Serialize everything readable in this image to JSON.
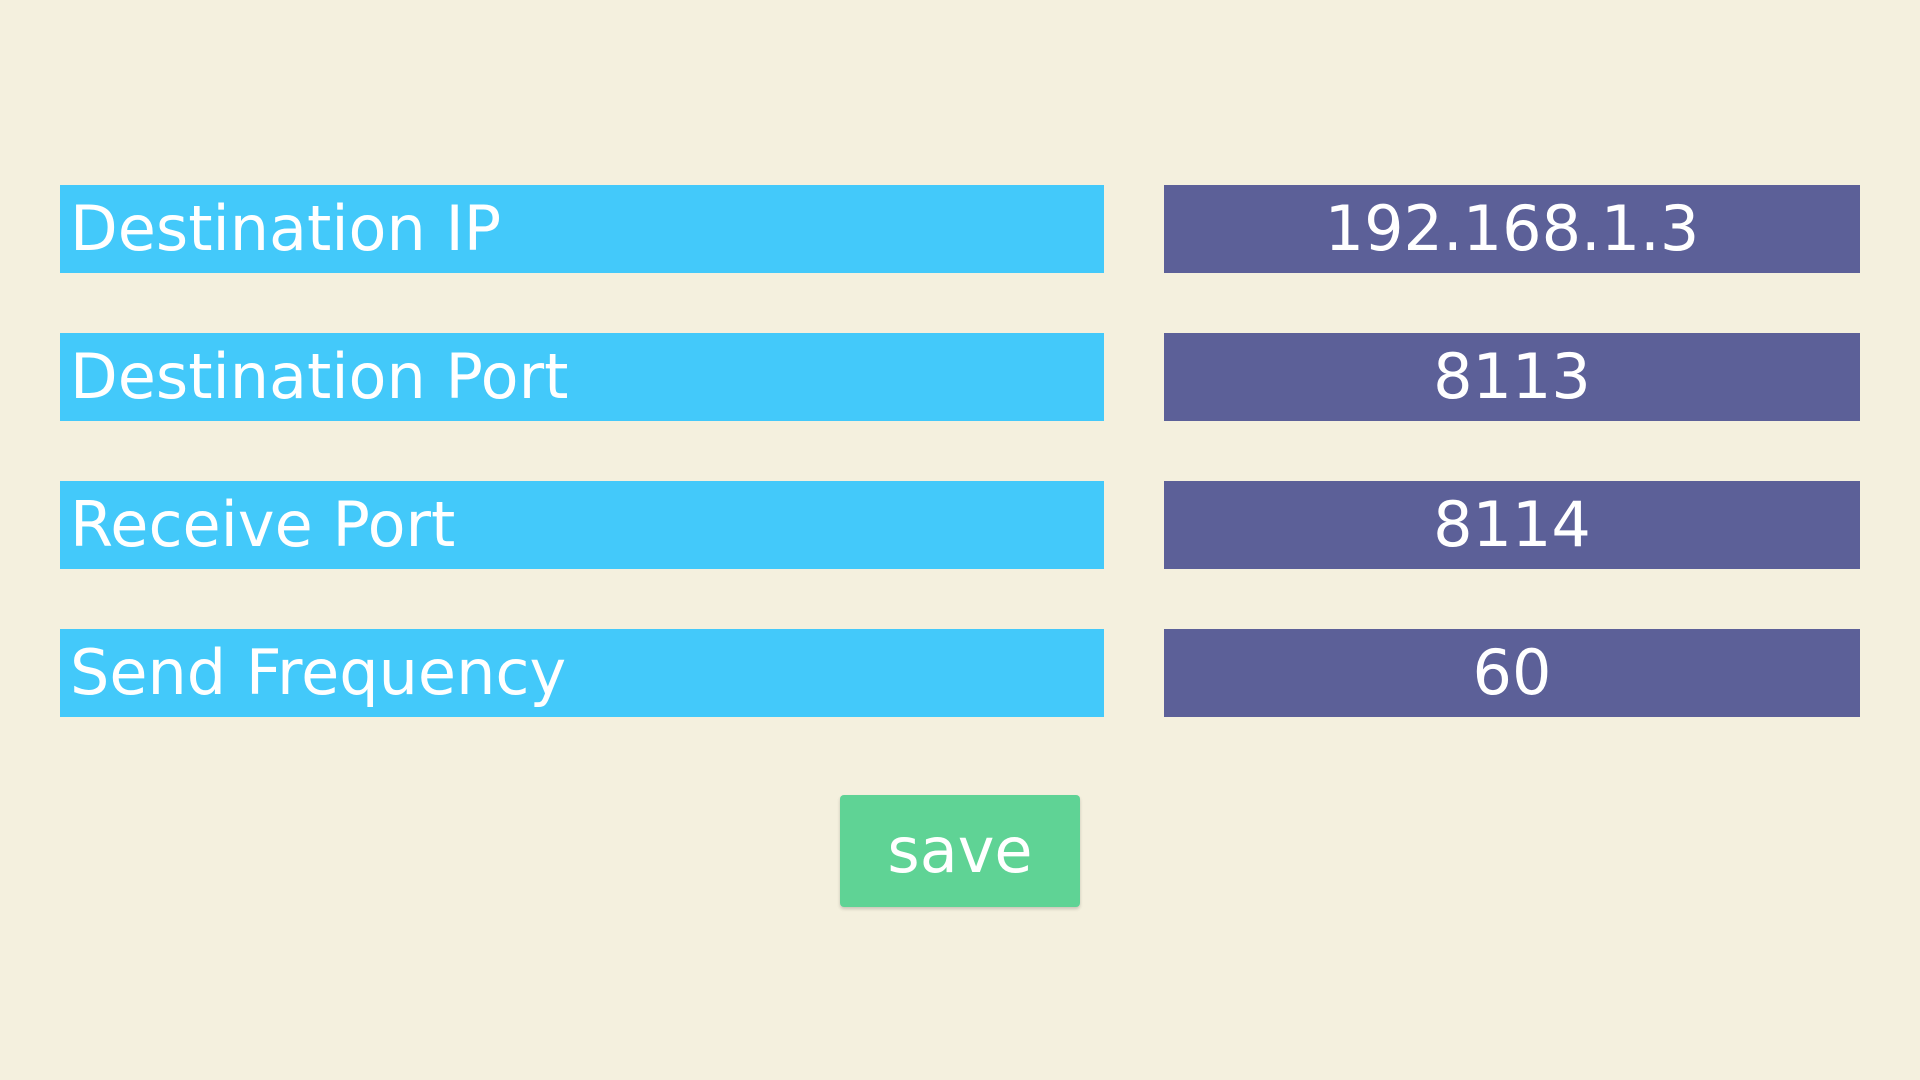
{
  "colors": {
    "background": "#f4f0de",
    "label_background": "#43c9fa",
    "value_background": "#5c6098",
    "save_button": "#5fd395",
    "text": "#ffffff"
  },
  "fields": [
    {
      "label": "Destination IP",
      "value": "192.168.1.3"
    },
    {
      "label": "Destination Port",
      "value": "8113"
    },
    {
      "label": "Receive Port",
      "value": "8114"
    },
    {
      "label": "Send Frequency",
      "value": "60"
    }
  ],
  "actions": {
    "save_label": "save"
  }
}
